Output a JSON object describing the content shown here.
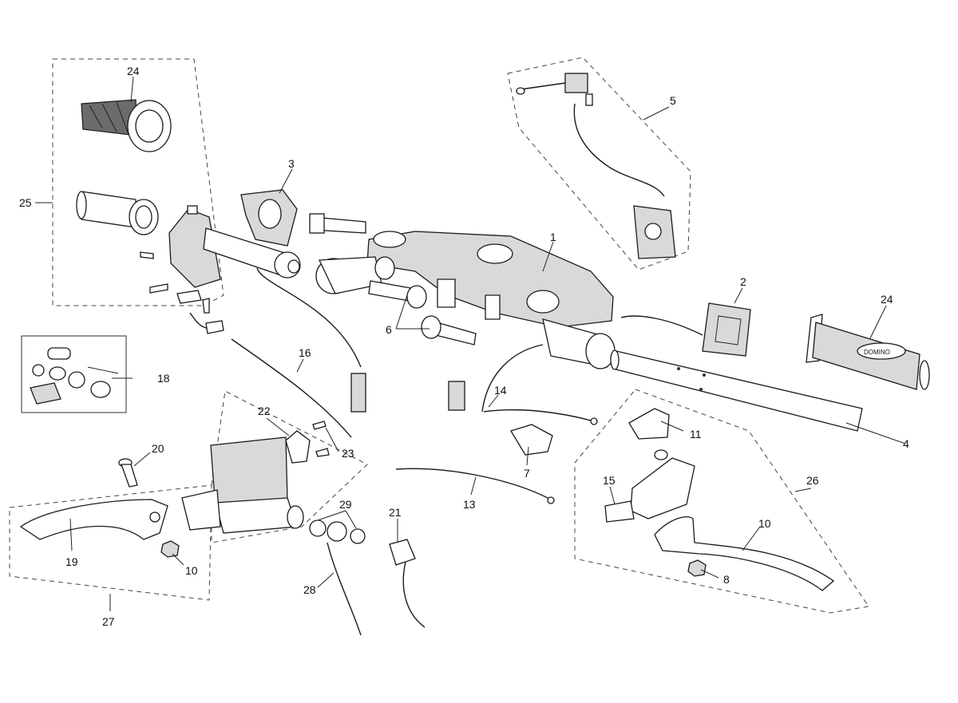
{
  "diagram": {
    "callouts": [
      {
        "id": "c1",
        "text": "1"
      },
      {
        "id": "c2",
        "text": "2"
      },
      {
        "id": "c3",
        "text": "3"
      },
      {
        "id": "c4",
        "text": "4"
      },
      {
        "id": "c5",
        "text": "5"
      },
      {
        "id": "c6",
        "text": "6"
      },
      {
        "id": "c7",
        "text": "7"
      },
      {
        "id": "c8",
        "text": "8"
      },
      {
        "id": "c10a",
        "text": "10"
      },
      {
        "id": "c10b",
        "text": "10"
      },
      {
        "id": "c11",
        "text": "11"
      },
      {
        "id": "c13",
        "text": "13"
      },
      {
        "id": "c14",
        "text": "14"
      },
      {
        "id": "c15",
        "text": "15"
      },
      {
        "id": "c16",
        "text": "16"
      },
      {
        "id": "c18",
        "text": "18"
      },
      {
        "id": "c19",
        "text": "19"
      },
      {
        "id": "c20",
        "text": "20"
      },
      {
        "id": "c21",
        "text": "21"
      },
      {
        "id": "c22",
        "text": "22"
      },
      {
        "id": "c23",
        "text": "23"
      },
      {
        "id": "c24a",
        "text": "24"
      },
      {
        "id": "c24b",
        "text": "24"
      },
      {
        "id": "c25",
        "text": "25"
      },
      {
        "id": "c26",
        "text": "26"
      },
      {
        "id": "c27",
        "text": "27"
      },
      {
        "id": "c28",
        "text": "28"
      },
      {
        "id": "c29",
        "text": "29"
      }
    ],
    "grip_brand_text": "DOMINO"
  }
}
